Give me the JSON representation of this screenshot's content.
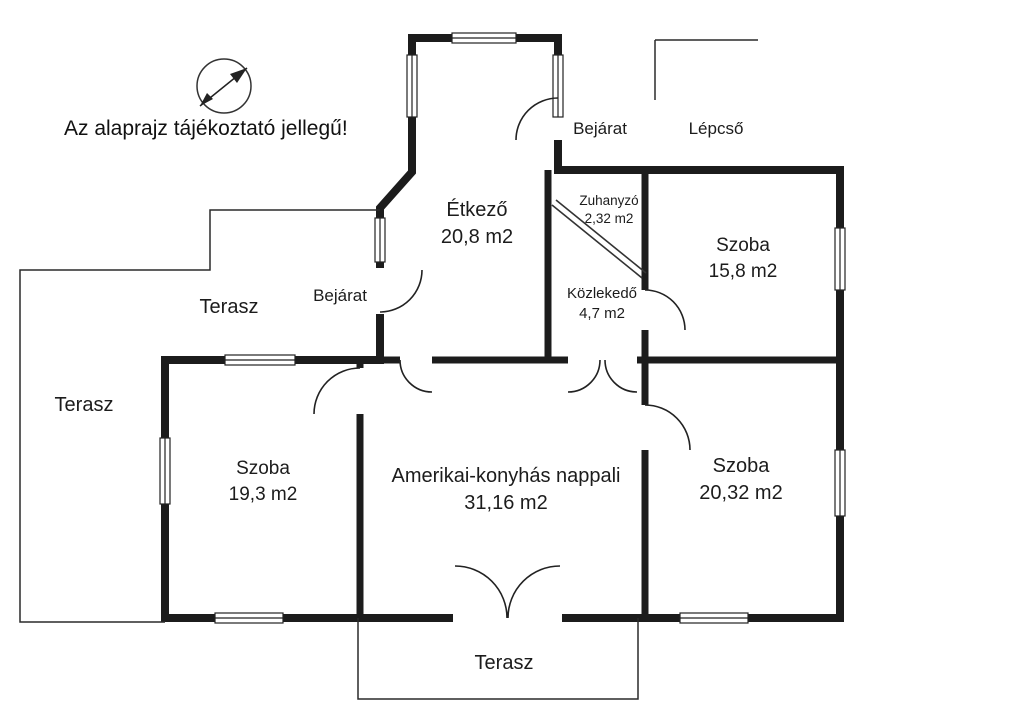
{
  "disclaimer": "Az alaprajz tájékoztató jellegű!",
  "labels": {
    "entrance_top": "Bejárat",
    "stairs": "Lépcső",
    "entrance_left": "Bejárat",
    "terrace_upper": "Terasz",
    "terrace_left": "Terasz",
    "terrace_bottom": "Terasz"
  },
  "rooms": {
    "dining": {
      "name": "Étkező",
      "area": "20,8 m2"
    },
    "shower": {
      "name": "Zuhanyzó",
      "area": "2,32 m2"
    },
    "room_small": {
      "name": "Szoba",
      "area": "15,8 m2"
    },
    "hall": {
      "name": "Közlekedő",
      "area": "4,7 m2"
    },
    "room_left": {
      "name": "Szoba",
      "area": "19,3 m2"
    },
    "living": {
      "name": "Amerikai-konyhás nappali",
      "area": "31,16 m2"
    },
    "room_right": {
      "name": "Szoba",
      "area": "20,32 m2"
    }
  },
  "colors": {
    "wall": "#1c1c1c",
    "thin_line": "#2a2a2a",
    "text": "#1c1c1c",
    "background": "#ffffff"
  }
}
